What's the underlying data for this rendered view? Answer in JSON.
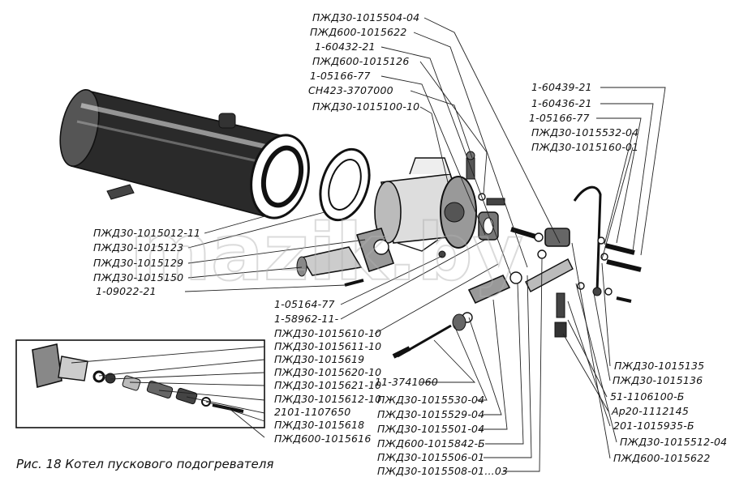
{
  "caption": "Рис. 18 Котел пускового подогревателя",
  "watermark": "mazik.by",
  "labels_top": [
    "ПЖД30-1015504-04",
    "ПЖД600-1015622",
    "1-60432-21",
    "ПЖД600-1015126",
    "1-05166-77",
    "СН423-3707000",
    "ПЖД30-1015100-10"
  ],
  "labels_right_top": [
    "1-60439-21",
    "1-60436-21",
    "1-05166-77",
    "ПЖД30-1015532-04",
    "ПЖД30-1015160-01"
  ],
  "labels_left": [
    "ПЖД30-1015012-11",
    "ПЖД30-1015123",
    "ПЖД30-1015129",
    "ПЖД30-1015150",
    "1-09022-21"
  ],
  "labels_mid": [
    "1-05164-77",
    "1-58962-11-",
    "ПЖД30-1015610-10"
  ],
  "labels_inset": [
    "ПЖД30-1015611-10",
    "ПЖД30-1015619",
    "ПЖД30-1015620-10",
    "ПЖД30-1015621-10",
    "ПЖД30-1015612-10",
    "2101-1107650",
    "ПЖД30-1015618",
    "ПЖД600-1015616"
  ],
  "labels_bottom_center": [
    "11-3741060",
    "ПЖД30-1015530-04",
    "ПЖД30-1015529-04",
    "ПЖД30-1015501-04",
    "ПЖД600-1015842-Б",
    "ПЖД30-1015506-01",
    "ПЖД30-1015508-01...03"
  ],
  "labels_right_bottom": [
    "ПЖД30-1015135",
    "ПЖД30-1015136",
    "51-1106100-Б",
    "Ар20-1112145",
    "201-1015935-Б",
    "ПЖД30-1015512-04",
    "ПЖД600-1015622"
  ],
  "colors": {
    "ink": "#111111",
    "paper": "#ffffff",
    "watermark": "#b0b0b0"
  }
}
